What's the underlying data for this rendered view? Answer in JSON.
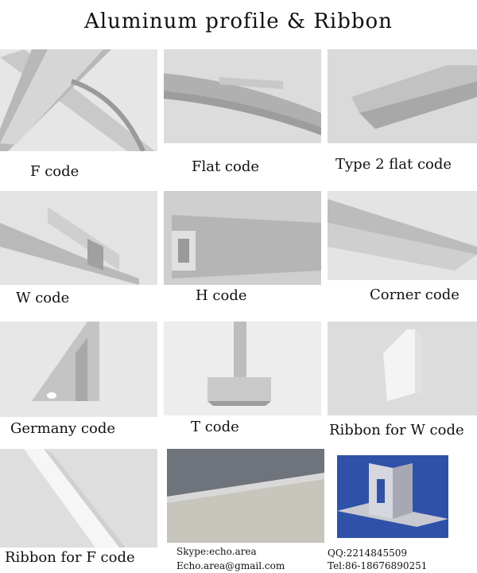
{
  "title": "Aluminum profile & Ribbon",
  "items": [
    {
      "caption": "F code"
    },
    {
      "caption": "Flat code"
    },
    {
      "caption": "Type 2 flat code"
    },
    {
      "caption": "W code"
    },
    {
      "caption": "H code"
    },
    {
      "caption": "Corner code"
    },
    {
      "caption": "Germany code"
    },
    {
      "caption": "T code"
    },
    {
      "caption": "Ribbon for W code"
    },
    {
      "caption": "Ribbon for F code"
    }
  ],
  "contact": {
    "skype": "Skype:echo.area",
    "email": "Echo.area@gmail.com",
    "qq": "QQ:2214845509",
    "tel": "Tel:86-18676890251"
  }
}
